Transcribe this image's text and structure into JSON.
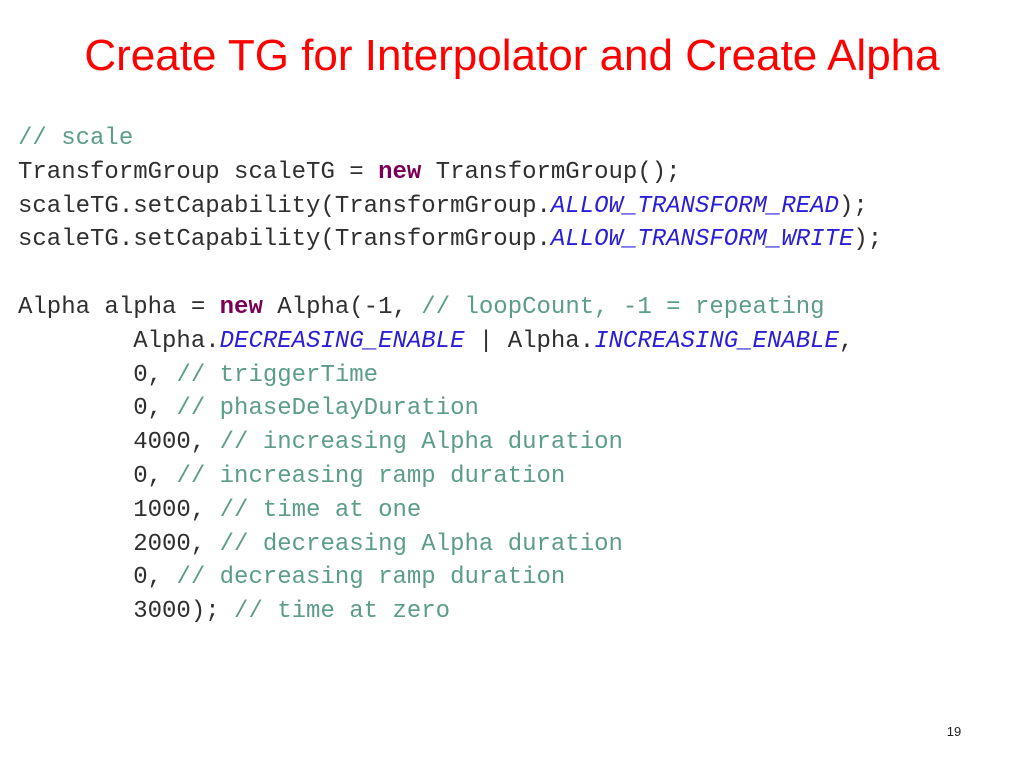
{
  "slide": {
    "title": "Create TG for Interpolator and Create Alpha",
    "page_number": "19"
  },
  "code": {
    "line1": {
      "comment": "// scale"
    },
    "line2": {
      "t1": "TransformGroup scaleTG = ",
      "kw": "new",
      "t2": " TransformGroup();"
    },
    "line3": {
      "t1": "scaleTG.setCapability(TransformGroup.",
      "const": "ALLOW_TRANSFORM_READ",
      "t2": ");"
    },
    "line4": {
      "t1": "scaleTG.setCapability(TransformGroup.",
      "const": "ALLOW_TRANSFORM_WRITE",
      "t2": ");"
    },
    "line6": {
      "t1": "Alpha alpha = ",
      "kw": "new",
      "t2": " Alpha(-1, ",
      "comment": "// loopCount, -1 = repeating"
    },
    "line7": {
      "t1": "Alpha.",
      "const1": "DECREASING_ENABLE",
      "t2": " | Alpha.",
      "const2": "INCREASING_ENABLE",
      "t3": ","
    },
    "line8": {
      "t1": "0, ",
      "comment": "// triggerTime"
    },
    "line9": {
      "t1": "0, ",
      "comment": "// phaseDelayDuration"
    },
    "line10": {
      "t1": "4000, ",
      "comment": "// increasing Alpha duration"
    },
    "line11": {
      "t1": "0, ",
      "comment": "// increasing ramp duration"
    },
    "line12": {
      "t1": "1000, ",
      "comment": "// time at one"
    },
    "line13": {
      "t1": "2000, ",
      "comment": "// decreasing Alpha duration"
    },
    "line14": {
      "t1": "0, ",
      "comment": "// decreasing ramp duration"
    },
    "line15": {
      "t1": "3000); ",
      "comment": "// time at zero"
    }
  },
  "colors": {
    "title": "#ff0000",
    "code_text": "#2f2f2f",
    "comment": "#5c9c8b",
    "keyword": "#7a0055",
    "constant": "#2a1fd6"
  }
}
